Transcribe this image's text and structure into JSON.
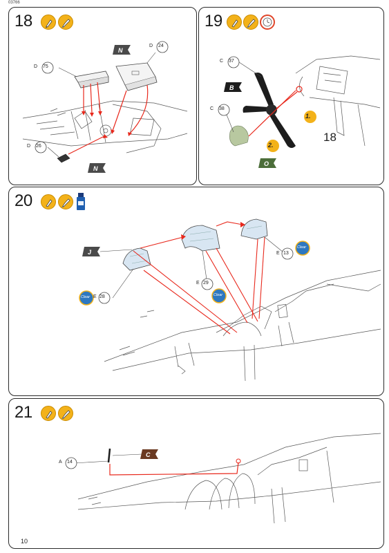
{
  "document": {
    "id": "03766",
    "page_number": "10"
  },
  "steps": [
    {
      "number": "18",
      "icons": [
        "glue-icon",
        "paint-brush-icon"
      ],
      "parts": [
        {
          "letter": "D",
          "num": "75"
        },
        {
          "letter": "D",
          "num": "24"
        },
        {
          "letter": "D",
          "num": "26"
        }
      ],
      "flags": [
        "N",
        "N"
      ]
    },
    {
      "number": "19",
      "icons": [
        "glue-icon",
        "paint-brush-icon",
        "timer-icon"
      ],
      "parts": [
        {
          "letter": "C",
          "num": "37"
        },
        {
          "letter": "C",
          "num": "38"
        }
      ],
      "flags": [
        "B",
        "O"
      ],
      "order_markers": [
        "1.",
        "2."
      ],
      "ref_label": "18"
    },
    {
      "number": "20",
      "icons": [
        "glue-icon",
        "paint-brush-icon",
        "clear-glue-bottle-icon"
      ],
      "parts": [
        {
          "letter": "E",
          "num": "28"
        },
        {
          "letter": "E",
          "num": "29"
        },
        {
          "letter": "E",
          "num": "13"
        }
      ],
      "flags": [
        "J"
      ],
      "clear_label": "Clear"
    },
    {
      "number": "21",
      "icons": [
        "glue-icon",
        "paint-brush-icon"
      ],
      "parts": [
        {
          "letter": "A",
          "num": "14"
        }
      ],
      "flags": [
        "C"
      ]
    }
  ],
  "colors": {
    "badge": "#f3b21a",
    "arrow": "#e8281c",
    "flag_dark": "#4a4a4a",
    "flag_brown": "#6b3a22",
    "flag_green": "#4c6e3a",
    "canopy": "#d8e6f2",
    "green_part": "#b8c8a0",
    "clear_badge": "#2e78c0"
  }
}
